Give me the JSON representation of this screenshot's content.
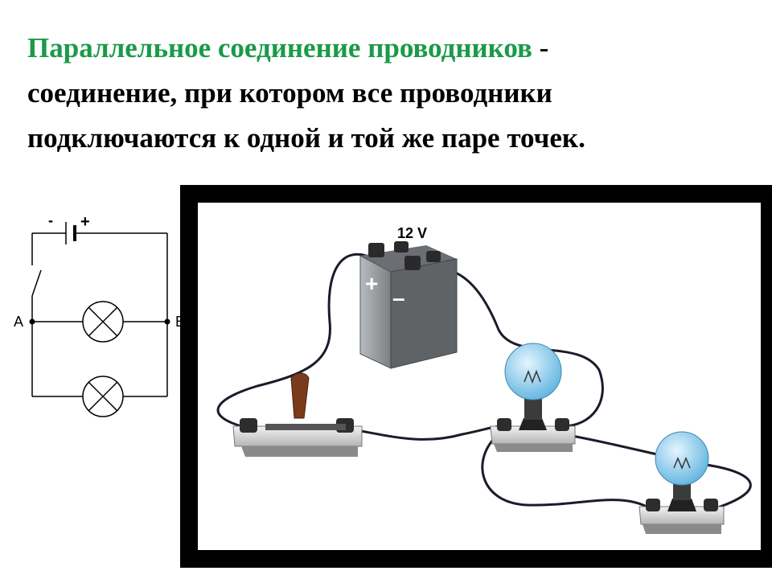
{
  "slide": {
    "term": "Параллельное соединение проводников",
    "dash": " -",
    "line2": "соединение, при котором все проводники",
    "line3": "подключаются к одной и той же паре точек."
  },
  "schematic": {
    "minus_sign": "-",
    "plus_sign": "+",
    "node_a": "А",
    "node_b": "В"
  },
  "photo": {
    "battery_label": "12 V",
    "battery_plus": "+",
    "battery_minus": "–"
  },
  "colors": {
    "term": "#1a9a4a",
    "text": "#000000",
    "frame": "#000000",
    "bulb_glass": "#7fc4e6"
  }
}
